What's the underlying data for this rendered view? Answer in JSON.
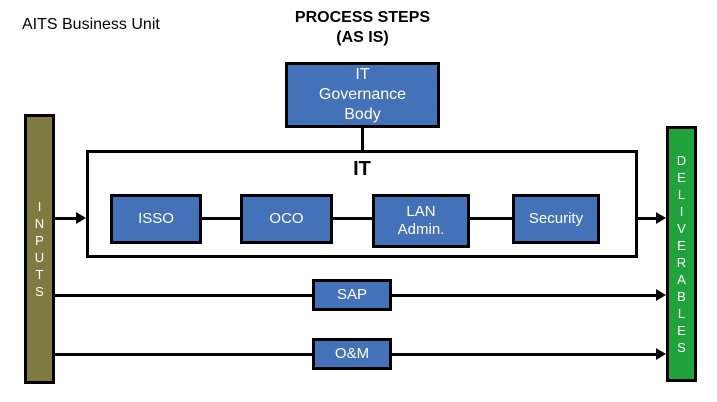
{
  "diagram": {
    "unit_label": "AITS Business Unit",
    "title_line1": "PROCESS STEPS",
    "title_line2": "(AS IS)",
    "colors": {
      "inputs_band": "#7F7A40",
      "deliverables_band": "#1FA33A",
      "process_box": "#4472B8",
      "outline": "#000000",
      "background": "#FFFFFF"
    },
    "bands": {
      "inputs": {
        "label": "INPUTS",
        "letters": [
          "I",
          "N",
          "P",
          "U",
          "T",
          "S"
        ]
      },
      "deliverables": {
        "label": "DELIVERABLES",
        "letters": [
          "D",
          "E",
          "L",
          "I",
          "V",
          "E",
          "R",
          "A",
          "B",
          "L",
          "E",
          "S"
        ]
      }
    },
    "governance": {
      "label": "IT Governance Body",
      "line1": "IT",
      "line2": "Governance",
      "line3": "Body"
    },
    "it_group": {
      "label": "IT",
      "steps": [
        {
          "label": "ISSO"
        },
        {
          "label": "OCO"
        },
        {
          "label_line1": "LAN",
          "label_line2": "Admin.",
          "label": "LAN Admin."
        },
        {
          "label": "Security"
        }
      ]
    },
    "flows": [
      {
        "label": "SAP"
      },
      {
        "label": "O&M"
      }
    ]
  }
}
